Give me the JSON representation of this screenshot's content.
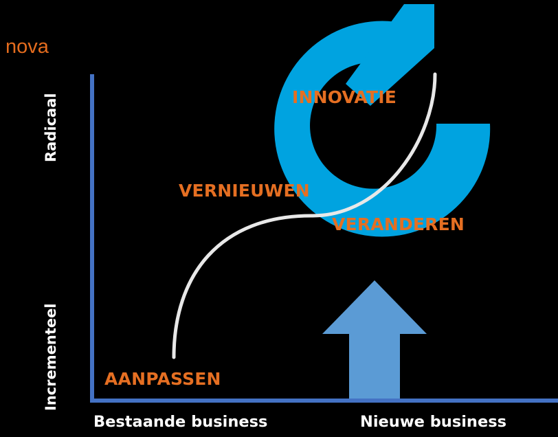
{
  "brand": {
    "text": "nova"
  },
  "stages": {
    "innovatie": "INNOVATIE",
    "vernieuwen": "VERNIEUWEN",
    "veranderen": "VERANDEREN",
    "aanpassen": "AANPASSEN"
  },
  "axes": {
    "x_left": "Bestaande business",
    "x_right": "Nieuwe business",
    "y_top": "Radicaal",
    "y_bottom": "Incrementeel"
  },
  "colors": {
    "background": "#000000",
    "brand": "#e46c1e",
    "stage_text": "#e56f22",
    "axis": "#4472c4",
    "logo": "#00a3e0",
    "arrow": "#5b9bd5",
    "curve": "#ffffff"
  },
  "icons": {
    "logo": "nova-ring-logo",
    "arrow": "up-arrow"
  }
}
